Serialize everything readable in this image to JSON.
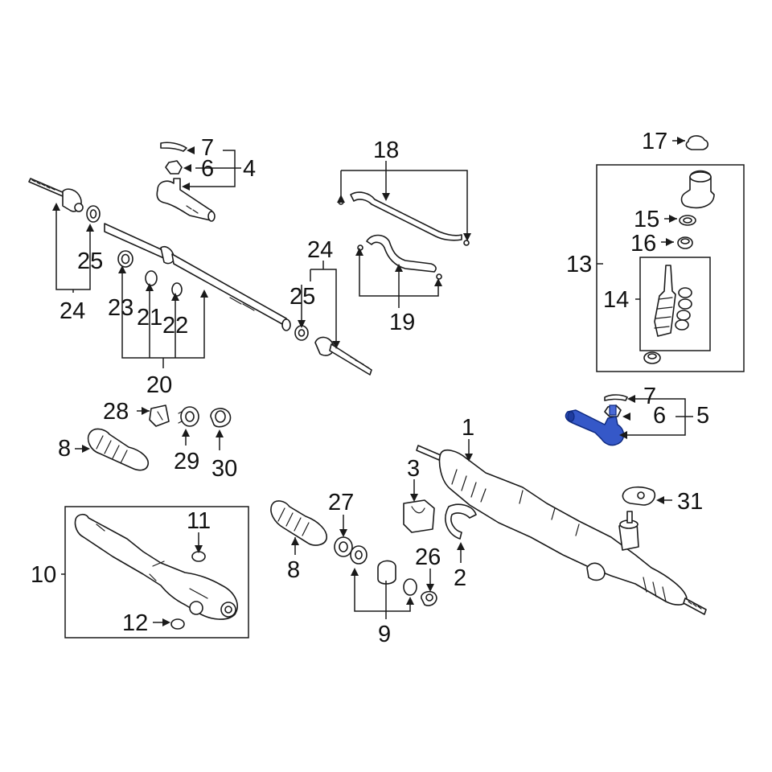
{
  "callouts": [
    {
      "id": "c1",
      "text": "1"
    },
    {
      "id": "c2",
      "text": "2"
    },
    {
      "id": "c3",
      "text": "3"
    },
    {
      "id": "c4",
      "text": "4"
    },
    {
      "id": "c5",
      "text": "5"
    },
    {
      "id": "c6a",
      "text": "6"
    },
    {
      "id": "c6b",
      "text": "6"
    },
    {
      "id": "c7a",
      "text": "7"
    },
    {
      "id": "c7b",
      "text": "7"
    },
    {
      "id": "c8a",
      "text": "8"
    },
    {
      "id": "c8b",
      "text": "8"
    },
    {
      "id": "c9",
      "text": "9"
    },
    {
      "id": "c10",
      "text": "10"
    },
    {
      "id": "c11",
      "text": "11"
    },
    {
      "id": "c12",
      "text": "12"
    },
    {
      "id": "c13",
      "text": "13"
    },
    {
      "id": "c14",
      "text": "14"
    },
    {
      "id": "c15",
      "text": "15"
    },
    {
      "id": "c16",
      "text": "16"
    },
    {
      "id": "c17",
      "text": "17"
    },
    {
      "id": "c18",
      "text": "18"
    },
    {
      "id": "c19",
      "text": "19"
    },
    {
      "id": "c20",
      "text": "20"
    },
    {
      "id": "c21",
      "text": "21"
    },
    {
      "id": "c22",
      "text": "22"
    },
    {
      "id": "c23",
      "text": "23"
    },
    {
      "id": "c24a",
      "text": "24"
    },
    {
      "id": "c24b",
      "text": "24"
    },
    {
      "id": "c25a",
      "text": "25"
    },
    {
      "id": "c25b",
      "text": "25"
    },
    {
      "id": "c26",
      "text": "26"
    },
    {
      "id": "c27",
      "text": "27"
    },
    {
      "id": "c28",
      "text": "28"
    },
    {
      "id": "c29",
      "text": "29"
    },
    {
      "id": "c30",
      "text": "30"
    },
    {
      "id": "c31",
      "text": "31"
    }
  ],
  "colors": {
    "highlight_part": "#3558c8",
    "line": "#1a1a1a",
    "background": "#ffffff"
  }
}
